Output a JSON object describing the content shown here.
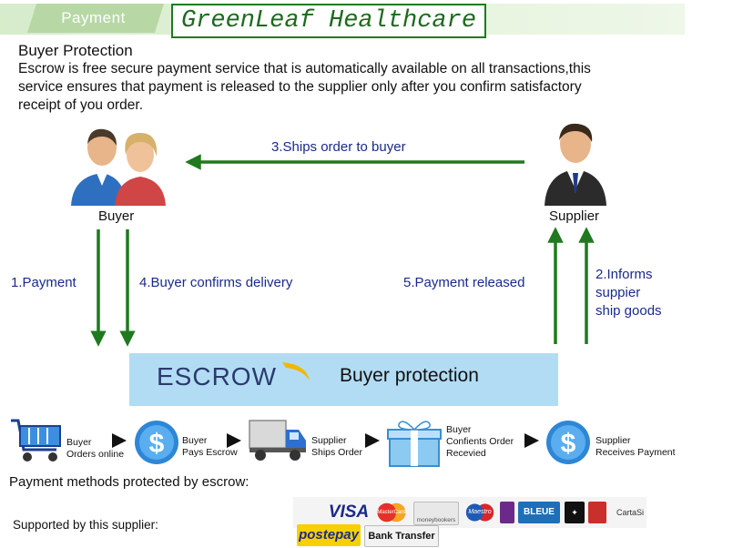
{
  "header": {
    "tab_label": "Payment",
    "brand": "GreenLeaf Healthcare"
  },
  "intro": {
    "title": "Buyer Protection",
    "lines": [
      "Escrow is free secure payment service that is automatically available on all transactions,this",
      "service ensures that payment is released to the supplier only after you confirm satisfactory",
      "receipt of you order."
    ]
  },
  "actors": {
    "buyer": "Buyer",
    "supplier": "Supplier"
  },
  "flow": {
    "ship": "3.Ships order to buyer",
    "payment": "1.Payment",
    "confirm": "4.Buyer confirms delivery",
    "released": "5.Payment released",
    "informs": [
      "2.Informs",
      "suppier",
      "ship goods"
    ]
  },
  "escrow": {
    "word": "ESCROW",
    "tag": "Buyer protection"
  },
  "steps": [
    {
      "icon": "shopping-cart-icon",
      "lines": [
        "Buyer",
        "Orders online"
      ]
    },
    {
      "icon": "dollar-coin-icon",
      "lines": [
        "Buyer",
        "Pays Escrow"
      ]
    },
    {
      "icon": "delivery-truck-icon",
      "lines": [
        "Supplier",
        "Ships Order"
      ]
    },
    {
      "icon": "gift-box-icon",
      "lines": [
        "Buyer",
        "Confients Order",
        "Recevied"
      ]
    },
    {
      "icon": "dollar-coin-icon",
      "lines": [
        "Supplier",
        "Receives Payment"
      ]
    }
  ],
  "payment_methods": {
    "title": "Payment methods protected by escrow:",
    "supported": "Supported by this supplier:",
    "logos": [
      "VISA",
      "MasterCard",
      "moneybookers",
      "Maestro",
      "BLEUE",
      "CartaSi",
      "postepay",
      "Bank Transfer"
    ]
  },
  "colors": {
    "arrow_green": "#1f7a1f",
    "escrow_box": "#b2dcf3",
    "flow_label_blue": "#1a2a8c",
    "header_band": "#d6eccb"
  }
}
